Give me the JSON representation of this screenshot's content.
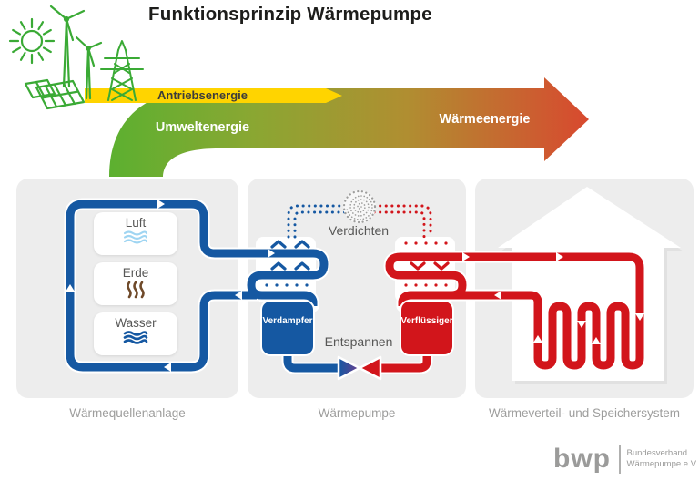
{
  "title": "Funktionsprinzip Wärmepumpe",
  "flow_arrow": {
    "drive_label": "Antriebsenergie",
    "ambient_label": "Umweltenergie",
    "heat_label": "Wärmeenergie"
  },
  "sections": {
    "source": {
      "caption": "Wärmequellenanlage",
      "items": [
        {
          "label": "Luft",
          "icon": "air-waves-icon"
        },
        {
          "label": "Erde",
          "icon": "earth-heat-icon"
        },
        {
          "label": "Wasser",
          "icon": "water-waves-icon"
        }
      ]
    },
    "pump": {
      "caption": "Wärmepumpe",
      "compress_label": "Verdichten",
      "expand_label": "Entspannen",
      "evaporator_label": "Verdampfer",
      "condenser_label": "Verflüssiger"
    },
    "distribution": {
      "caption": "Wärmeverteil- und Speichersystem"
    }
  },
  "logo": {
    "acronym": "bwp",
    "org_line1": "Bundesverband",
    "org_line2": "Wärmepumpe e.V."
  },
  "icons": [
    "sun-icon",
    "wind-turbine-icon",
    "solar-panel-icon",
    "power-pylon-icon",
    "air-waves-icon",
    "earth-heat-icon",
    "water-waves-icon",
    "compressor-spiral-icon",
    "expansion-valve-icon",
    "house-icon"
  ],
  "colors": {
    "green": "#3aaa35",
    "yellow": "#ffd400",
    "blue": "#1558a2",
    "red": "#d2151b",
    "arrow_red": "#d8492f",
    "panel_gray": "#ededed",
    "caption_gray": "#9d9d9c",
    "label_gray": "#575756",
    "light_blue": "#9fd5f2",
    "brown": "#6f4a2a"
  }
}
